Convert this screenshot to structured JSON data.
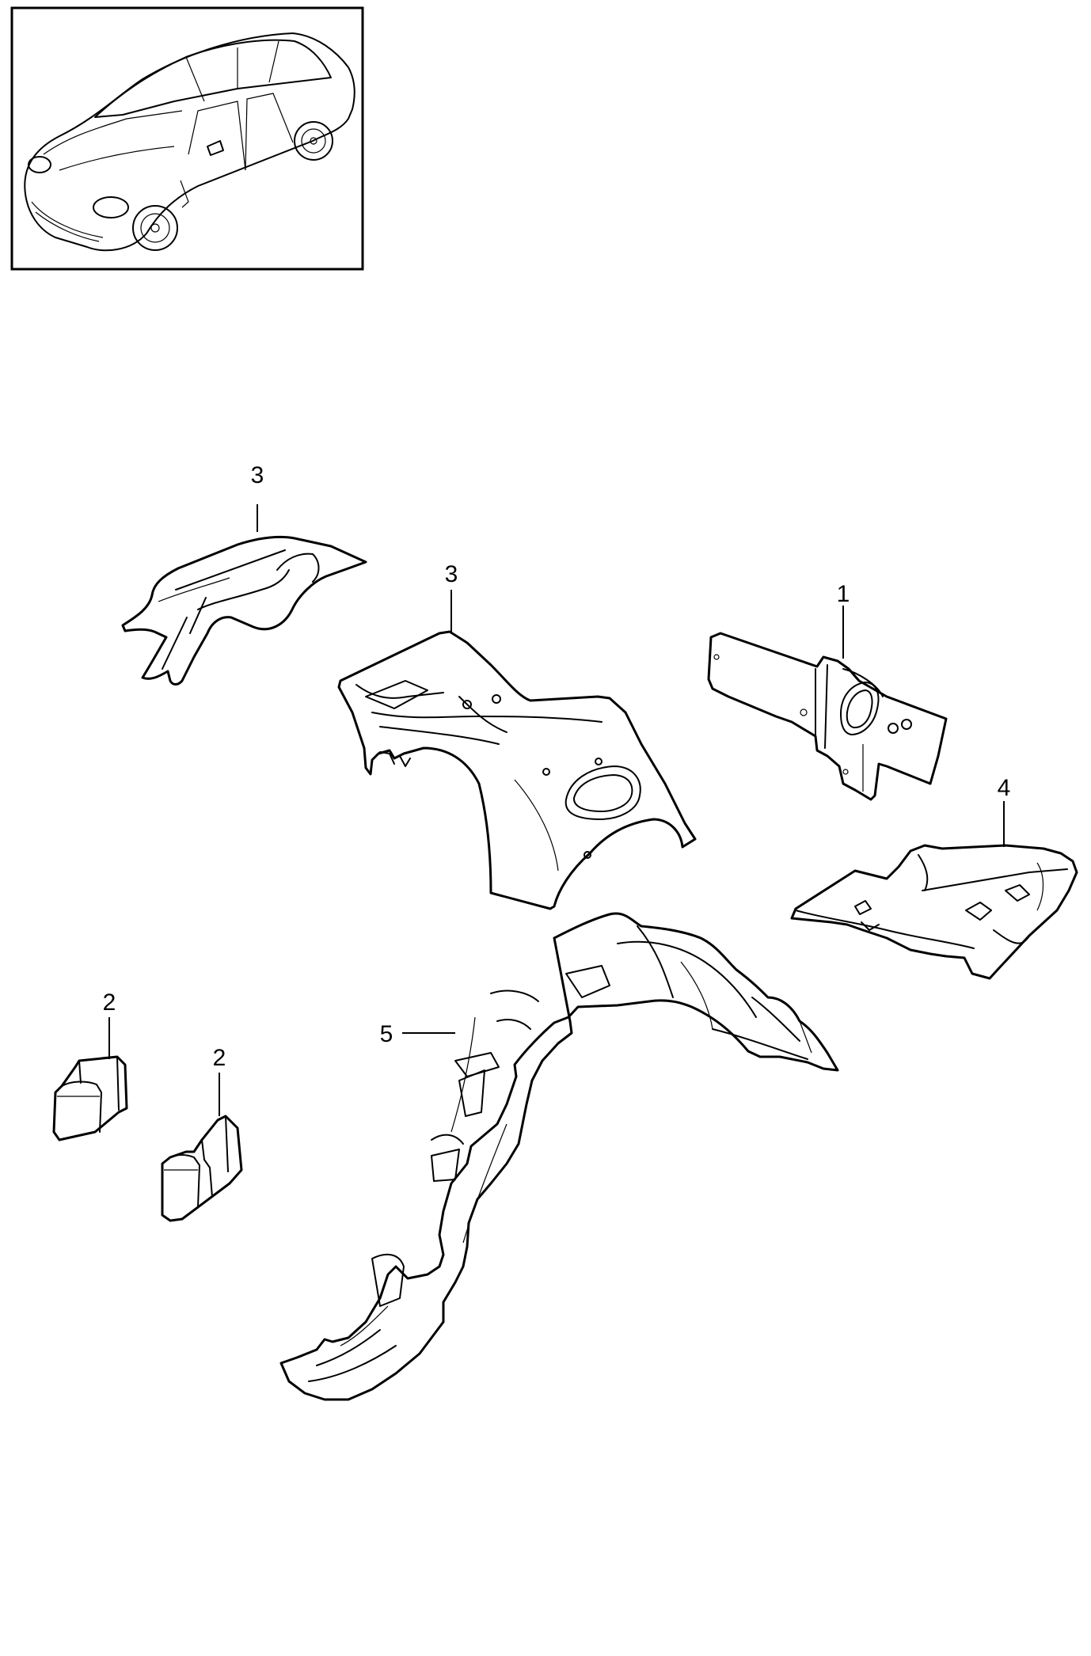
{
  "callouts": {
    "c1": "1",
    "c2a": "2",
    "c2b": "2",
    "c3a": "3",
    "c3b": "3",
    "c4": "4",
    "c5": "5"
  },
  "colors": {
    "line": "#000000",
    "background": "#ffffff"
  }
}
